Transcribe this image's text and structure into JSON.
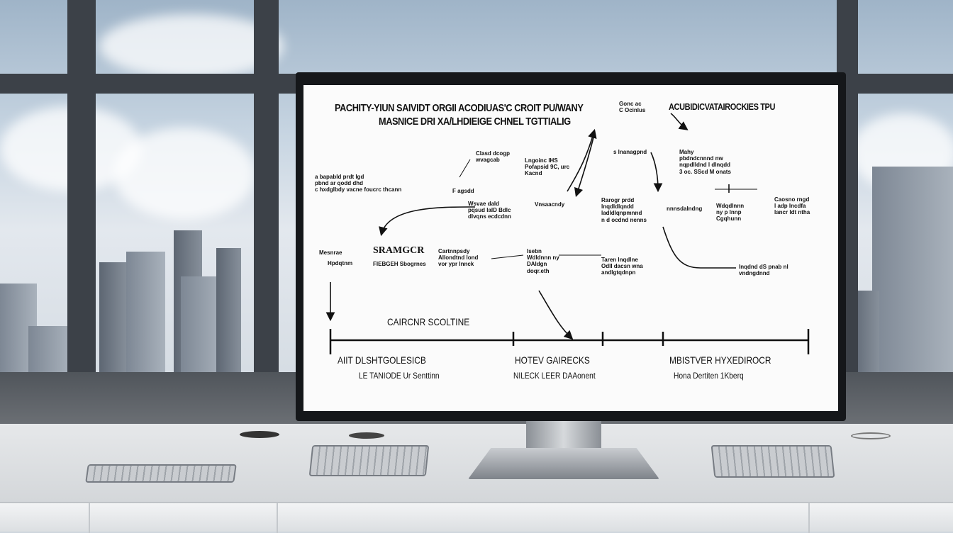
{
  "screen": {
    "title_line1": "PACHITY-YIUN SAIVIDT ORGII ACODIUAS'C CROIT PU/WANY",
    "title_line2": "MASNICE DRI XA/LHDIEIGE CHNEL TGTTIALIG",
    "top_node": [
      "Gonc ac",
      "C Ocinlus"
    ],
    "top_right_title": "ACUBIDICVATAIROCKIES TPU",
    "nodes": [
      {
        "lines": [
          "Clasd dcogp",
          "wvagcab"
        ]
      },
      {
        "lines": [
          "Lngoinc lHS",
          "Pofapsid 9C, urc",
          "Kacnd"
        ]
      },
      {
        "lines": [
          "a bapabld prdt lgd",
          "pbnd ar qodd dhd",
          "c hxdglbdy vacne foucrc thcann"
        ]
      },
      {
        "lines": [
          "F agsdd"
        ]
      },
      {
        "lines": [
          "Wsvae dald",
          "pqsud lalD Bdlc",
          "dlvqns ecdcdnn"
        ]
      },
      {
        "lines": [
          "Vnsaacndy"
        ]
      },
      {
        "lines": [
          "s lnanagpnd"
        ]
      },
      {
        "lines": [
          "Rarogr prdd",
          "lnqdldlqndd",
          "ladldlqnpmnnd",
          "n d ocdnd nenns"
        ]
      },
      {
        "lines": [
          "nnnsdalndng"
        ]
      },
      {
        "lines": [
          "Mahy",
          "pbdndcnnnd nw",
          "nqpdlldnd l dlnqdd",
          "3 oc. SScd M onats"
        ]
      },
      {
        "lines": [
          "Wdqdlnnn",
          "ny p lnnp",
          "Cgqhunn"
        ]
      },
      {
        "lines": [
          "Caosno rngd",
          "l adp lncdfa",
          "lancr ldt ntha"
        ]
      },
      {
        "lines": [
          "Mesnrae",
          "Hpdqtnm"
        ]
      },
      {
        "lines": [
          "Cartnnpsdy",
          "Allondtnd lond",
          "vor ypr lnnck"
        ]
      },
      {
        "lines": [
          "Isebn",
          "Wdldnnn ny",
          "DAldgn",
          "doqr.eth"
        ]
      },
      {
        "lines": [
          "Taren lnqdlne",
          "Odll dacsn wna",
          "andlgtqdnpn"
        ]
      },
      {
        "lines": [
          "lnqdnd dS pnab nl",
          "vndngdnnd"
        ]
      }
    ],
    "node_heading": "SRAMGCR",
    "node_heading_sub": "FIEBGEH Sbogrnes",
    "timeline_title": "CAIRCNR SCOLTINE",
    "milestones": [
      {
        "title": "AIIT DLSHTGOLESICB",
        "subtitle": "LE TANIODE Ur Senttinn"
      },
      {
        "title": "HOTEV GAIRECKS",
        "subtitle": "NILECK LEER DAAonent"
      },
      {
        "title": "MBISTVER HYXEDIROCR",
        "subtitle": "Hona Dertiten 1Kberq"
      }
    ]
  }
}
